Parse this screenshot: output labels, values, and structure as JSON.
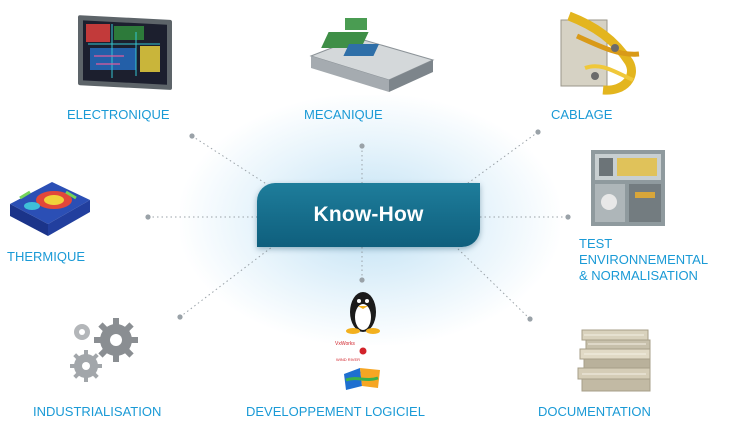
{
  "hub": {
    "label": "Know-How"
  },
  "nodes": [
    {
      "id": "electronique",
      "label": "ELECTRONIQUE",
      "icon": "pcb-layout-screen-icon"
    },
    {
      "id": "mecanique",
      "label": "MECANIQUE",
      "icon": "rack-chassis-icon"
    },
    {
      "id": "cablage",
      "label": "CABLAGE",
      "icon": "cable-harness-icon"
    },
    {
      "id": "thermique",
      "label": "THERMIQUE",
      "icon": "thermal-simulation-icon"
    },
    {
      "id": "test",
      "label_lines": [
        "TEST",
        "ENVIRONNEMENTAL",
        "& NORMALISATION"
      ],
      "icon": "test-lab-photo-icon"
    },
    {
      "id": "industrialisation",
      "label": "INDUSTRIALISATION",
      "icon": "gears-icon"
    },
    {
      "id": "developpement",
      "label": "DEVELOPPEMENT LOGICIEL",
      "icon": "software-logos-icon",
      "logo_text": [
        "VxWorks",
        "WIND RIVER"
      ]
    },
    {
      "id": "documentation",
      "label": "DOCUMENTATION",
      "icon": "books-stack-icon"
    }
  ],
  "colors": {
    "hub": "#166e8c",
    "label": "#1a9ad6",
    "connector": "#9aa2a8",
    "glow": "#bfe2f5"
  }
}
